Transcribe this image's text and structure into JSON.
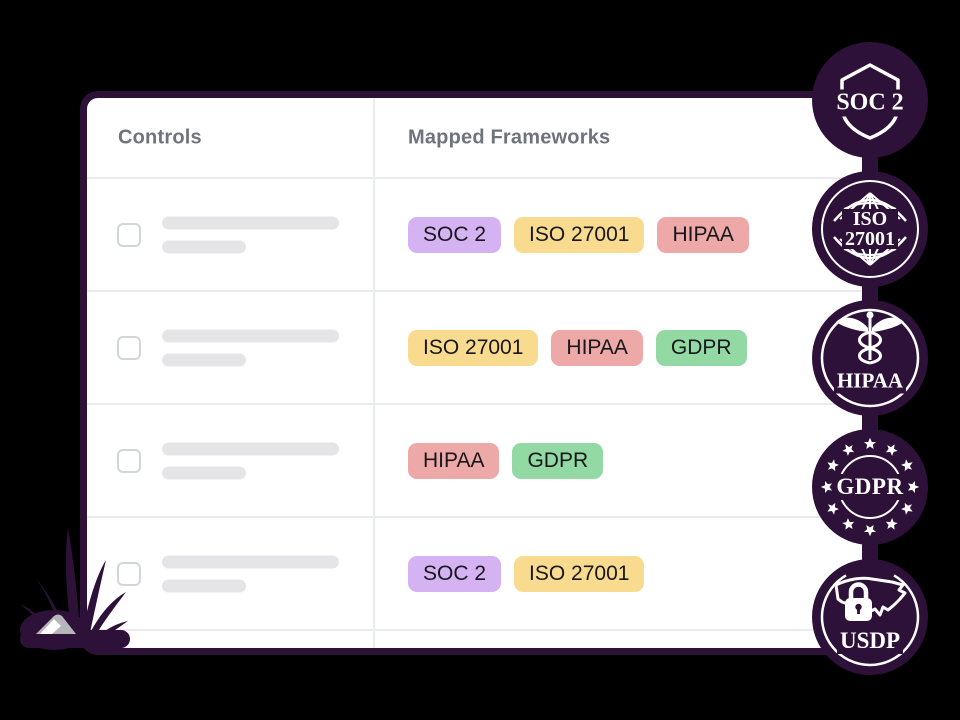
{
  "page": {
    "background": "#000000"
  },
  "table": {
    "columns": {
      "controls": "Controls",
      "mapped": "Mapped Frameworks"
    },
    "rows": [
      {
        "checked": false,
        "frameworks": [
          "SOC 2",
          "ISO 27001",
          "HIPAA"
        ]
      },
      {
        "checked": false,
        "frameworks": [
          "ISO 27001",
          "HIPAA",
          "GDPR"
        ]
      },
      {
        "checked": false,
        "frameworks": [
          "HIPAA",
          "GDPR"
        ]
      },
      {
        "checked": false,
        "frameworks": [
          "SOC 2",
          "ISO 27001"
        ]
      }
    ]
  },
  "framework_colors": {
    "SOC 2": "#d5b3f3",
    "ISO 27001": "#f8db8e",
    "HIPAA": "#eda9a7",
    "GDPR": "#92d9a3"
  },
  "badges": [
    {
      "label": "SOC 2",
      "lines": [
        "SOC 2"
      ],
      "icon": "shield-icon"
    },
    {
      "label": "ISO 27001",
      "lines": [
        "ISO",
        "27001"
      ],
      "icon": "globe-icon"
    },
    {
      "label": "HIPAA",
      "lines": [
        "HIPAA"
      ],
      "icon": "caduceus-icon"
    },
    {
      "label": "GDPR",
      "lines": [
        "GDPR"
      ],
      "icon": "eu-stars-icon"
    },
    {
      "label": "USDP",
      "lines": [
        "USDP"
      ],
      "icon": "usa-map-lock-icon"
    }
  ],
  "colors": {
    "purple": "#2d1139",
    "header_text": "#6e737e",
    "chip_text": "#17171b",
    "skeleton": "#e5e5e8",
    "divider": "#eaebee",
    "checkbox_border": "#d2d5da",
    "rock_gray": "#b5b5ba",
    "rock_highlight": "#ffffff"
  }
}
